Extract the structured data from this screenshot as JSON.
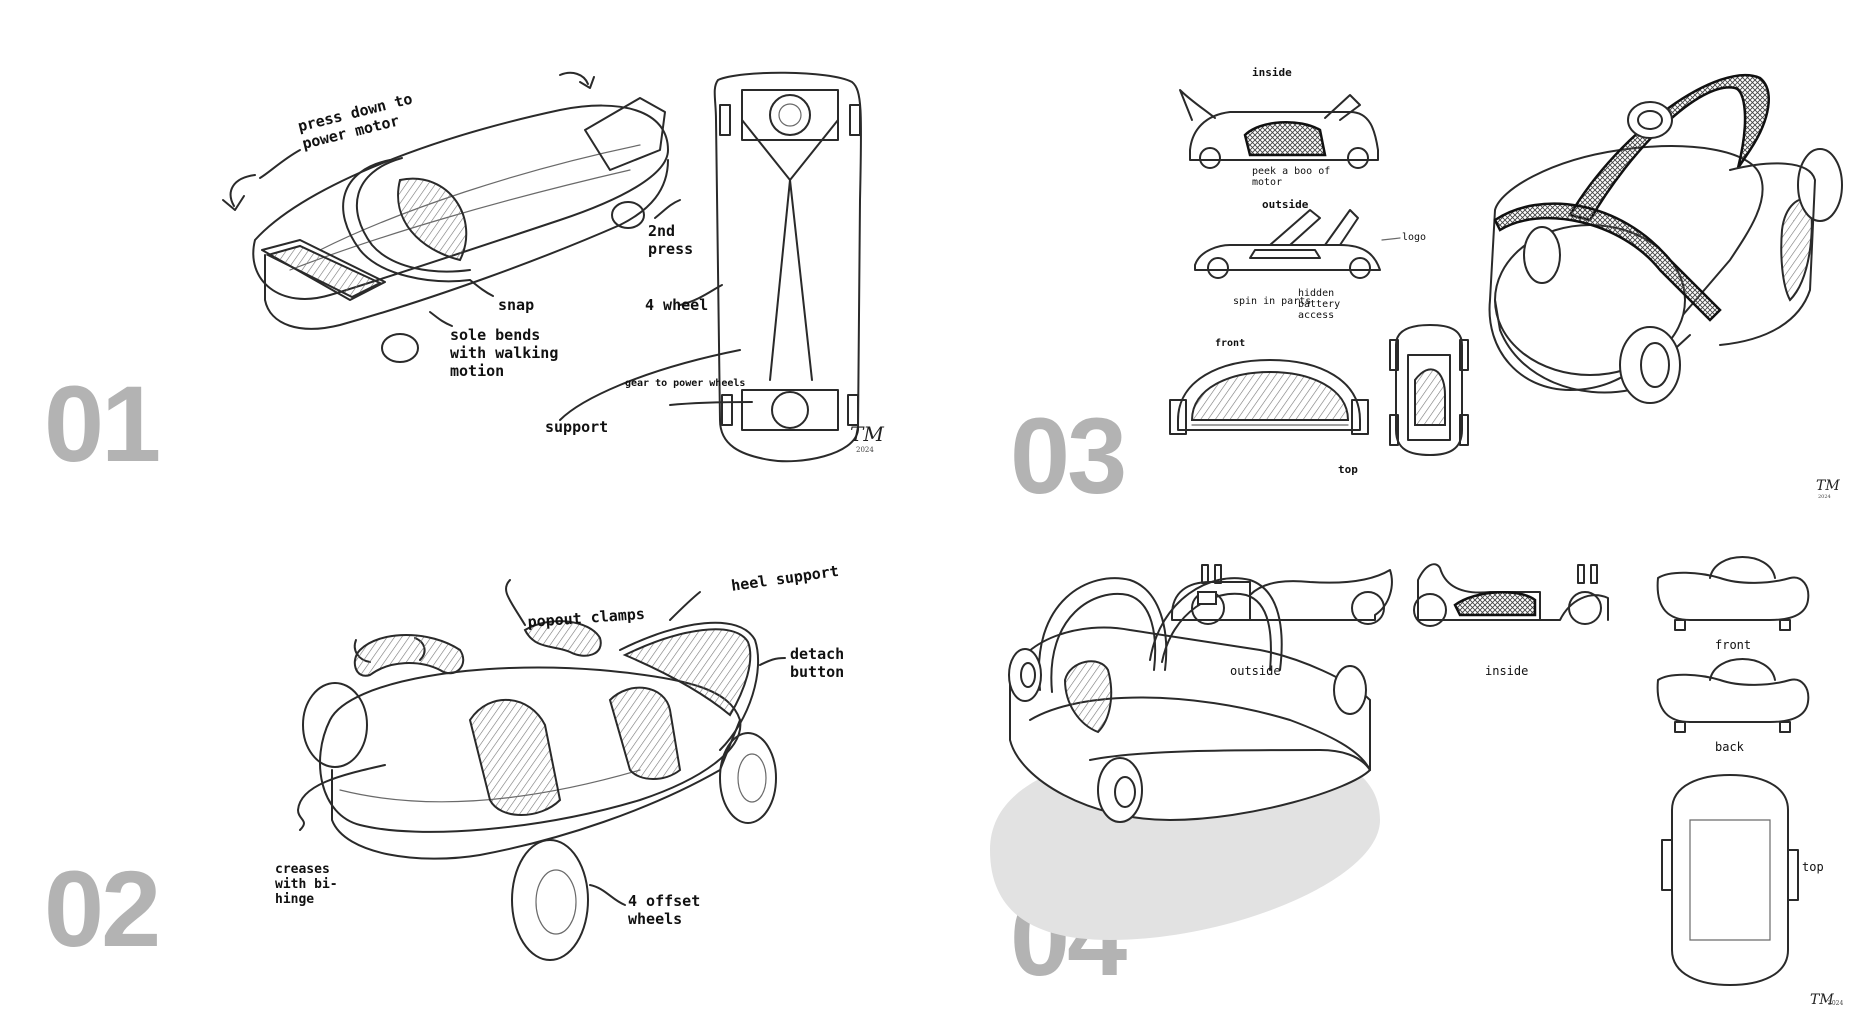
{
  "panels": [
    {
      "number": "01",
      "notes": {
        "press": "press down to power motor",
        "second_press": "2nd press",
        "snap": "snap",
        "sole": "sole bends with walking motion",
        "wheel": "4 wheel",
        "gear": "gear to power wheels",
        "support": "support"
      },
      "signature": "TM",
      "signature_sub": "2024"
    },
    {
      "number": "02",
      "notes": {
        "clamps": "popout clamps",
        "heel": "heel support",
        "detach": "detach button",
        "creases": "creases with bi-hinge",
        "offset": "4 offset wheels"
      }
    },
    {
      "number": "03",
      "notes": {
        "inside": "inside",
        "peek": "peek a boo of motor",
        "outside": "outside",
        "logo": "logo",
        "spin": "spin in parts",
        "battery": "hidden battery access",
        "front": "front",
        "top": "top"
      },
      "signature": "TM",
      "signature_sub": "2024"
    },
    {
      "number": "04",
      "notes": {
        "outside": "outside",
        "inside": "inside",
        "front": "front",
        "back": "back",
        "top": "top"
      },
      "signature": "TM",
      "signature_sub": "2024"
    }
  ],
  "colors": {
    "number_grey": "#b3b3b3",
    "ink": "#2a2a2a",
    "shadow": "#e2e2e2"
  }
}
